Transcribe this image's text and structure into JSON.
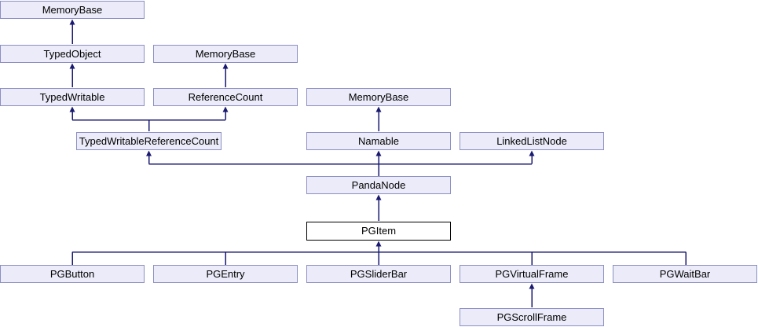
{
  "diagram": {
    "kind": "class-inheritance-graph",
    "colors": {
      "node_fill": "#ebebf9",
      "node_border": "#8c8fc3",
      "node_text": "#000000",
      "highlight_fill": "#ffffff",
      "highlight_border": "#000000",
      "edge": "#191970",
      "background": "#ffffff"
    },
    "nodes": [
      {
        "label": "MemoryBase"
      },
      {
        "label": "TypedObject"
      },
      {
        "label": "MemoryBase"
      },
      {
        "label": "TypedWritable"
      },
      {
        "label": "ReferenceCount"
      },
      {
        "label": "MemoryBase"
      },
      {
        "label": "TypedWritableReferenceCount"
      },
      {
        "label": "Namable"
      },
      {
        "label": "LinkedListNode"
      },
      {
        "label": "PandaNode"
      },
      {
        "label": "PGItem",
        "highlight": true
      },
      {
        "label": "PGButton"
      },
      {
        "label": "PGEntry"
      },
      {
        "label": "PGSliderBar"
      },
      {
        "label": "PGVirtualFrame"
      },
      {
        "label": "PGWaitBar"
      },
      {
        "label": "PGScrollFrame"
      }
    ],
    "edges": [
      {
        "from": "TypedObject",
        "to": "MemoryBase"
      },
      {
        "from": "TypedWritable",
        "to": "TypedObject"
      },
      {
        "from": "ReferenceCount",
        "to": "MemoryBase"
      },
      {
        "from": "TypedWritableReferenceCount",
        "to": "TypedWritable"
      },
      {
        "from": "TypedWritableReferenceCount",
        "to": "ReferenceCount"
      },
      {
        "from": "Namable",
        "to": "MemoryBase"
      },
      {
        "from": "PandaNode",
        "to": "TypedWritableReferenceCount"
      },
      {
        "from": "PandaNode",
        "to": "Namable"
      },
      {
        "from": "PandaNode",
        "to": "LinkedListNode"
      },
      {
        "from": "PGItem",
        "to": "PandaNode"
      },
      {
        "from": "PGButton",
        "to": "PGItem"
      },
      {
        "from": "PGEntry",
        "to": "PGItem"
      },
      {
        "from": "PGSliderBar",
        "to": "PGItem"
      },
      {
        "from": "PGVirtualFrame",
        "to": "PGItem"
      },
      {
        "from": "PGWaitBar",
        "to": "PGItem"
      },
      {
        "from": "PGScrollFrame",
        "to": "PGVirtualFrame"
      }
    ]
  }
}
